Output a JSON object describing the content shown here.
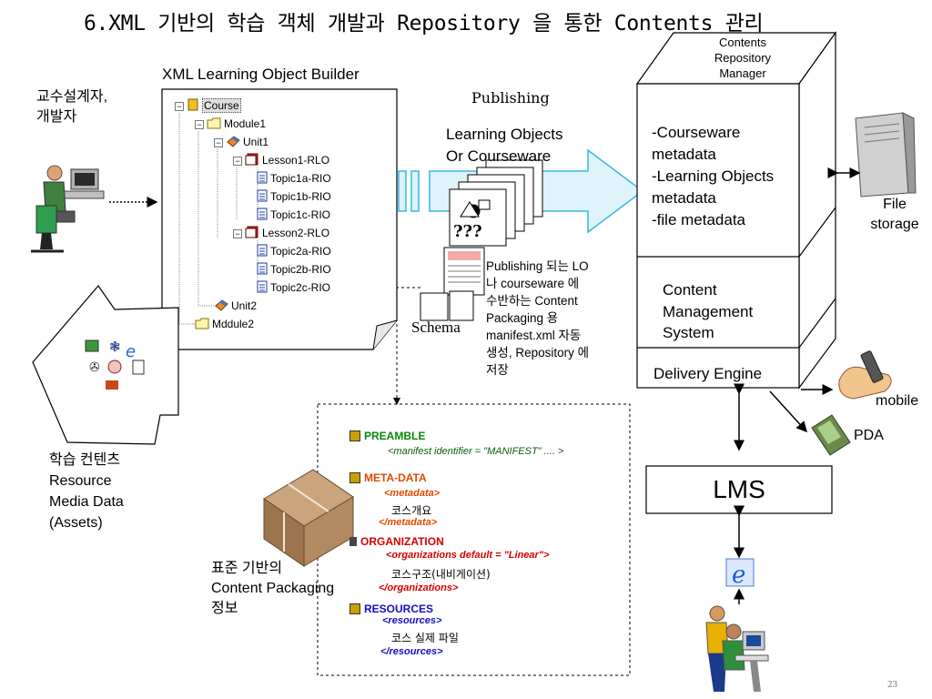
{
  "title": "6.XML 기반의 학습 객체 개발과 Repository 을 통한 Contents 관리",
  "designer_label": "교수설계자,\n개발자",
  "builder": {
    "title": "XML Learning Object Builder",
    "tree": [
      {
        "label": "Course",
        "icon": "course-icon"
      },
      {
        "label": "Module1",
        "icon": "folder-icon"
      },
      {
        "label": "Unit1",
        "icon": "unit-icon"
      },
      {
        "label": "Lesson1-RLO",
        "icon": "lesson-icon"
      },
      {
        "label": "Topic1a-RIO",
        "icon": "document-icon"
      },
      {
        "label": "Topic1b-RIO",
        "icon": "document-icon"
      },
      {
        "label": "Topic1c-RIO",
        "icon": "document-icon"
      },
      {
        "label": "Lesson2-RLO",
        "icon": "lesson-icon"
      },
      {
        "label": "Topic2a-RIO",
        "icon": "document-icon"
      },
      {
        "label": "Topic2b-RIO",
        "icon": "document-icon"
      },
      {
        "label": "Topic2c-RIO",
        "icon": "document-icon"
      },
      {
        "label": "Unit2",
        "icon": "unit-icon"
      },
      {
        "label": "Mddule2",
        "icon": "folder-icon"
      }
    ]
  },
  "publishing": {
    "label": "Publishing",
    "objects_label": "Learning Objects\nOr Courseware",
    "question_marks": "???",
    "schema_label": "Schema",
    "note": "Publishing 되는 LO\n나  courseware 에\n수반하는 Content\nPackaging 용\nmanifest.xml 자동\n생성, Repository 에\n저장"
  },
  "resources_label": "학습 컨텐츠\nResource\nMedia Data\n(Assets)",
  "packaging_label": "표준 기반의\nContent Packaging\n정보",
  "xml": {
    "preamble": {
      "heading": "PREAMBLE",
      "line": "<manifest identifier = \"MANIFEST\" .... >"
    },
    "metadata": {
      "heading": "META-DATA",
      "open": "<metadata>",
      "text": "코스개요",
      "close": "</metadata>"
    },
    "organization": {
      "heading": "ORGANIZATION",
      "open": "<organizations default = \"Linear\">",
      "text": "코스구조(내비게이션)",
      "close": "</organizations>"
    },
    "resources": {
      "heading": "RESOURCES",
      "open": "<resources>",
      "text": "코스 실제 파일",
      "close": "</resources>"
    }
  },
  "repository": {
    "manager_label": "Contents\nRepository\nManager",
    "metadata_list": "-Courseware\n metadata\n-Learning Objects\n metadata\n-file metadata",
    "cms_label": "Content\nManagement\nSystem",
    "delivery_label": "Delivery Engine"
  },
  "file_storage_label": "File\nstorage",
  "mobile_label": "mobile",
  "pda_label": "PDA",
  "lms_label": "LMS",
  "page_number": "23",
  "colors": {
    "preamble": "#0a8a0a",
    "metadata": "#e04a00",
    "organization": "#d40000",
    "resources": "#1010c0",
    "arrow_fill": "#dff3fb",
    "arrow_stroke": "#39b8e0"
  }
}
